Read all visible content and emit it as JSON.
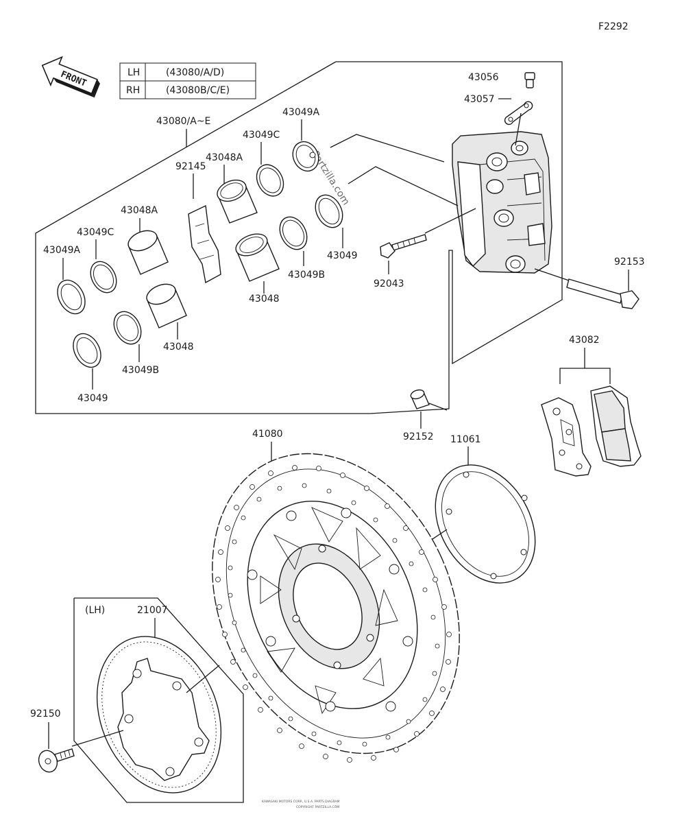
{
  "figure_id": "F2292",
  "front_arrow": "FRONT",
  "lh_rh_table": [
    {
      "side": "LH",
      "parts": "(43080/A/D)"
    },
    {
      "side": "RH",
      "parts": "(43080B/C/E)"
    }
  ],
  "watermark": "Partzilla.com",
  "footer_line1": "KAWASAKI MOTORS CORP., U.S.A. PARTS DIAGRAM",
  "footer_line2": "COPYRIGHT PARTZILLA.COM",
  "labels": {
    "p43080": "43080/A~E",
    "p43049a_top": "43049A",
    "p43049c_top": "43049C",
    "p43048a_top": "43048A",
    "p92145": "92145",
    "p43048a_mid": "43048A",
    "p43049c_mid": "43049C",
    "p43049a_left": "43049A",
    "p43049_right": "43049",
    "p43049b_right": "43049B",
    "p43048_mid": "43048",
    "p43048_low": "43048",
    "p43049b_low": "43049B",
    "p43049_low": "43049",
    "p43056": "43056",
    "p43057": "43057",
    "p92043": "92043",
    "p92153": "92153",
    "p43082": "43082",
    "p92152": "92152",
    "p11061": "11061",
    "p41080": "41080",
    "p21007": "21007",
    "lh_tag": "(LH)",
    "p92150": "92150"
  }
}
